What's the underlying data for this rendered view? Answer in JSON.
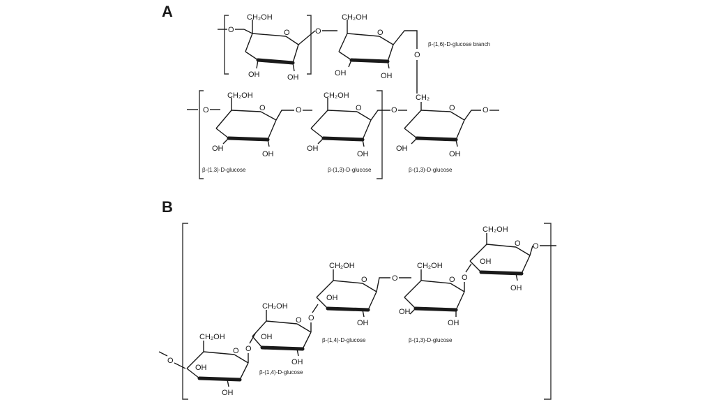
{
  "panels": {
    "a": {
      "letter": "A"
    },
    "b": {
      "letter": "B"
    }
  },
  "captions": {
    "branch": "β-(1,6)-D-glucose branch",
    "a_row2_1": "β-(1,3)-D-glucose",
    "a_row2_2": "β-(1,3)-D-glucose",
    "a_row2_3": "β-(1,3)-D-glucose",
    "b_1": "β-(1,4)-D-glucose",
    "b_2": "β-(1,4)-D-glucose",
    "b_3": "β-(1,3)-D-glucose"
  },
  "groups": {
    "ch2oh": "CH₂OH",
    "oh": "OH",
    "o": "O",
    "ch2": "CH₂"
  },
  "colors": {
    "ink": "#1a1a1a",
    "background": "#ffffff"
  }
}
